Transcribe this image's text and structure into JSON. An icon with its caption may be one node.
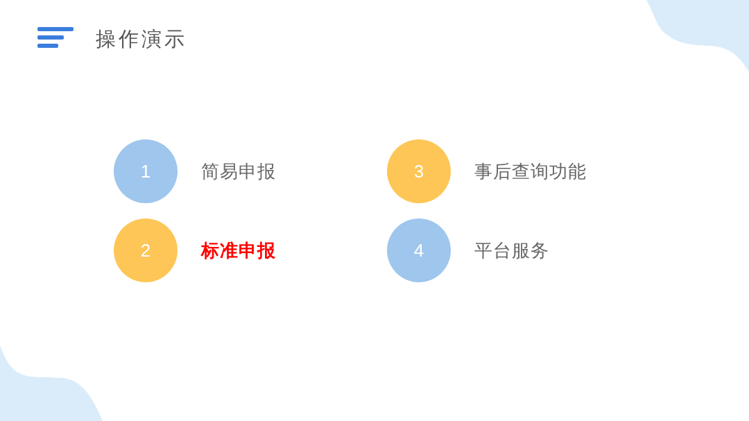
{
  "diagram": {
    "title": "操作演示",
    "nodes": [
      {
        "text": [
          "1"
        ],
        "beside": [
          "简易申报"
        ]
      },
      {
        "text": [
          "2"
        ],
        "beside": [
          "标准申报"
        ]
      },
      {
        "text": [
          "3"
        ],
        "beside": [
          "事后查询功能"
        ]
      },
      {
        "text": [
          "4"
        ],
        "beside": [
          "平台服务"
        ]
      }
    ]
  }
}
